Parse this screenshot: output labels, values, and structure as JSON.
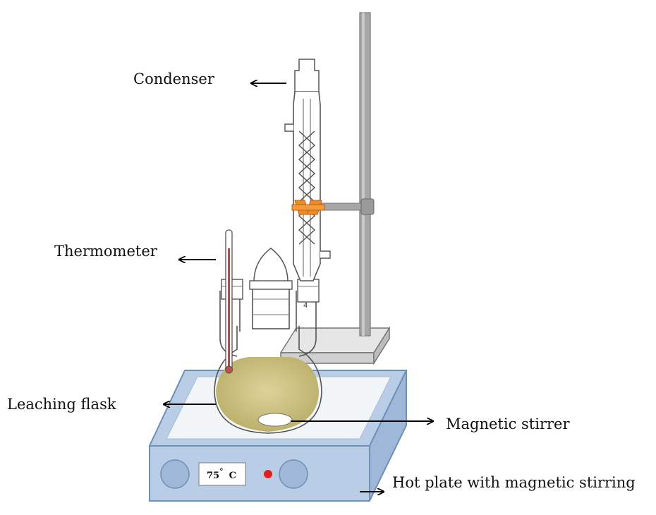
{
  "labels": {
    "condenser": "Condenser",
    "thermometer": "Thermometer",
    "leaching_flask": "Leaching flask",
    "magnetic_stirrer": "Magnetic stirrer",
    "hot_plate": "Hot plate with magnetic stirring"
  },
  "hot_plate_display": {
    "value": "75",
    "degree": "°",
    "unit": "C"
  },
  "colors": {
    "hot_plate_top": "#dfe8f2",
    "hot_plate_body": "#b9cee6",
    "hot_plate_edge": "#6f8fb5",
    "knob": "#9fb7d9",
    "indicator_light": "#e02020",
    "clamp": "#f08a24",
    "liquid": "#c9be7a",
    "stand_rod": "#a7a7a7",
    "stand_base": "#d6d6d6",
    "glass_outline": "#555555"
  },
  "icons": [
    "arrow-left-icon",
    "arrow-right-icon"
  ]
}
